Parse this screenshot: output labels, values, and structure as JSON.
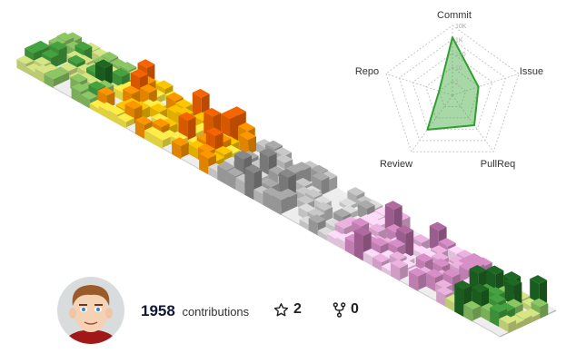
{
  "profile": {
    "contributions_count": "1958",
    "contributions_label": "contributions",
    "stars": "2",
    "forks": "0",
    "star_icon": "star-icon",
    "fork_icon": "fork-icon"
  },
  "radar": {
    "scale": "log",
    "ticks": [
      "1",
      "10",
      "100",
      "1K",
      "10K"
    ],
    "axes": [
      {
        "label": "Commit",
        "value": 1400
      },
      {
        "label": "Issue",
        "value": 9
      },
      {
        "label": "PullReq",
        "value": 45
      },
      {
        "label": "Review",
        "value": 110
      },
      {
        "label": "Repo",
        "value": 1
      }
    ],
    "color": "#30a030"
  },
  "calendar": {
    "weeks": 53,
    "days": 7,
    "season_palettes": [
      {
        "weeks_until": 8,
        "colors": [
          "#d6e685",
          "#8cc665",
          "#44a340",
          "#1e6823"
        ]
      },
      {
        "weeks_until": 21,
        "colors": [
          "#ffee4a",
          "#ffc501",
          "#fe9600",
          "#f56400"
        ]
      },
      {
        "weeks_until": 34,
        "colors": [
          "#dddddd",
          "#c8c8c8",
          "#aaaaaa",
          "#888888"
        ]
      },
      {
        "weeks_until": 47,
        "colors": [
          "#fcdcf8",
          "#ecb3e0",
          "#d88fc8",
          "#b06aa0"
        ]
      },
      {
        "weeks_until": 53,
        "colors": [
          "#d6e685",
          "#8cc665",
          "#44a340",
          "#1e6823"
        ]
      }
    ],
    "empty_color": "#eeeeee"
  }
}
